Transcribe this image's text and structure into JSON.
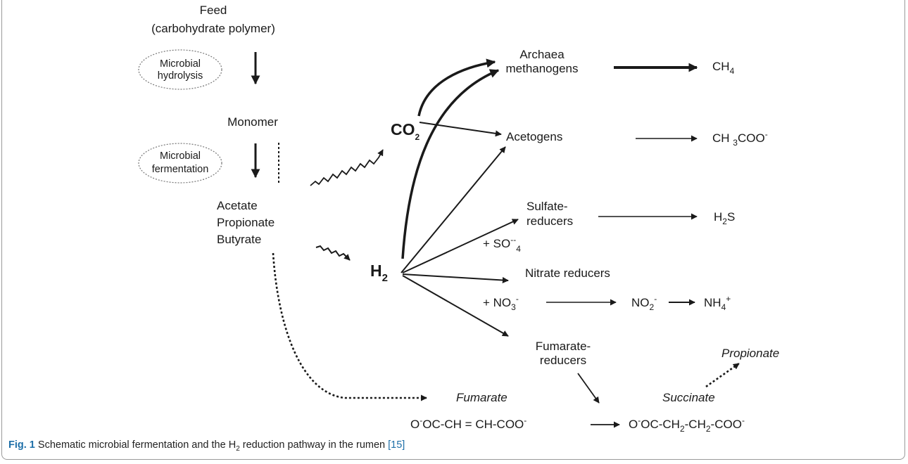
{
  "diagram": {
    "feed": "Feed",
    "feed_sub": "(carbohydrate polymer)",
    "hydrolysis": [
      "Microbial",
      "hydrolysis"
    ],
    "monomer": "Monomer",
    "fermentation": [
      "Microbial",
      "fermentation"
    ],
    "vfa": [
      "Acetate",
      "Propionate",
      "Butyrate"
    ],
    "co2": {
      "base": "CO",
      "sub": "2"
    },
    "h2": {
      "base": "H",
      "sub": "2"
    },
    "archaea": [
      "Archaea",
      "methanogens"
    ],
    "ch4": {
      "base": "CH",
      "sub": "4"
    },
    "acetogens": "Acetogens",
    "acetate_ion": {
      "a": "CH ",
      "sub": "3",
      "b": "COO",
      "sup": "-"
    },
    "sulfate_reducers": [
      "Sulfate-",
      "reducers"
    ],
    "so4": {
      "a": "+ SO",
      "sup": "--",
      "sub": "4"
    },
    "h2s": {
      "a": "H",
      "sub": "2",
      "b": "S"
    },
    "nitrate_reducers": "Nitrate reducers",
    "no3": {
      "a": "+ NO",
      "sub": "3",
      "sup": "-"
    },
    "no2": {
      "a": "NO",
      "sub": "2",
      "sup": "-"
    },
    "nh4": {
      "a": "NH",
      "sub": "4",
      "sup": "+"
    },
    "fumarate_reducers": [
      "Fumarate-",
      "reducers"
    ],
    "propionate_out": "Propionate",
    "fumarate": "Fumarate",
    "succinate": "Succinate",
    "fumarate_formula": {
      "a": "O",
      "sup": "-",
      "b": "OC-CH = CH-COO",
      "sup2": "-"
    },
    "succinate_formula": {
      "a": "O",
      "sup": "-",
      "b": "OC-CH",
      "s1": "2",
      "c": "-CH",
      "s2": "2",
      "d": "-COO",
      "sup2": "-"
    }
  },
  "caption": {
    "label": "Fig. 1",
    "text_before": " Schematic microbial fermentation and the H",
    "sub": "2",
    "text_after": " reduction pathway in the rumen ",
    "ref": "[15]"
  }
}
